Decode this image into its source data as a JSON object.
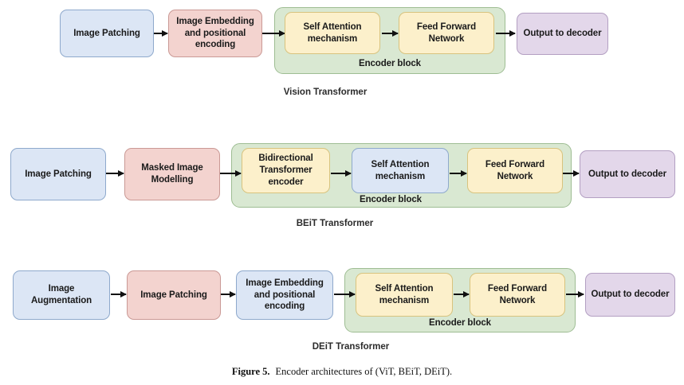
{
  "figure": {
    "caption_label": "Figure 5.",
    "caption_text": "Encoder architectures of (ViT, BEiT, DEiT).",
    "encoder_group_label": "Encoder block",
    "colors": {
      "blue_fill": "#dce6f5",
      "blue_stroke": "#8ea9cc",
      "red_fill": "#f3d3cf",
      "red_stroke": "#ca9995",
      "yellow_fill": "#fcf0cb",
      "yellow_stroke": "#d8c37e",
      "purple_fill": "#e3d7ea",
      "purple_stroke": "#b39fc2",
      "green_group_fill": "#d9e8d2",
      "green_group_stroke": "#9ebd93",
      "arrow": "#101010",
      "background": "#ffffff"
    }
  },
  "rows": [
    {
      "id": "vit",
      "title": "Vision Transformer",
      "nodes": [
        {
          "name": "image-patching",
          "label": "Image Patching",
          "color": "blue"
        },
        {
          "name": "image-embedding-positional-encoding",
          "label": "Image Embedding\nand positional\nencoding",
          "color": "red"
        },
        {
          "name": "self-attention-mechanism",
          "label": "Self Attention\nmechanism",
          "color": "yellow"
        },
        {
          "name": "feed-forward-network",
          "label": "Feed Forward\nNetwork",
          "color": "yellow"
        },
        {
          "name": "output-to-decoder",
          "label": "Output to decoder",
          "color": "purple"
        }
      ],
      "encoder_label": "Encoder block"
    },
    {
      "id": "beit",
      "title": "BEiT Transformer",
      "nodes": [
        {
          "name": "image-patching",
          "label": "Image Patching",
          "color": "blue"
        },
        {
          "name": "masked-image-modelling",
          "label": "Masked Image\nModelling",
          "color": "red"
        },
        {
          "name": "bidirectional-transformer-encoder",
          "label": "Bidirectional\nTransformer\nencoder",
          "color": "yellow"
        },
        {
          "name": "self-attention-mechanism",
          "label": "Self Attention\nmechanism",
          "color": "blue"
        },
        {
          "name": "feed-forward-network",
          "label": "Feed Forward\nNetwork",
          "color": "yellow"
        },
        {
          "name": "output-to-decoder",
          "label": "Output to decoder",
          "color": "purple"
        }
      ],
      "encoder_label": "Encoder block"
    },
    {
      "id": "deit",
      "title": "DEiT Transformer",
      "nodes": [
        {
          "name": "image-augmentation",
          "label": "Image\nAugmentation",
          "color": "blue"
        },
        {
          "name": "image-patching",
          "label": "Image Patching",
          "color": "red"
        },
        {
          "name": "image-embedding-positional-encoding",
          "label": "Image Embedding\nand positional\nencoding",
          "color": "blue"
        },
        {
          "name": "self-attention-mechanism",
          "label": "Self Attention\nmechanism",
          "color": "yellow"
        },
        {
          "name": "feed-forward-network",
          "label": "Feed Forward\nNetwork",
          "color": "yellow"
        },
        {
          "name": "output-to-decoder",
          "label": "Output to decoder",
          "color": "purple"
        }
      ],
      "encoder_label": "Encoder block"
    }
  ]
}
